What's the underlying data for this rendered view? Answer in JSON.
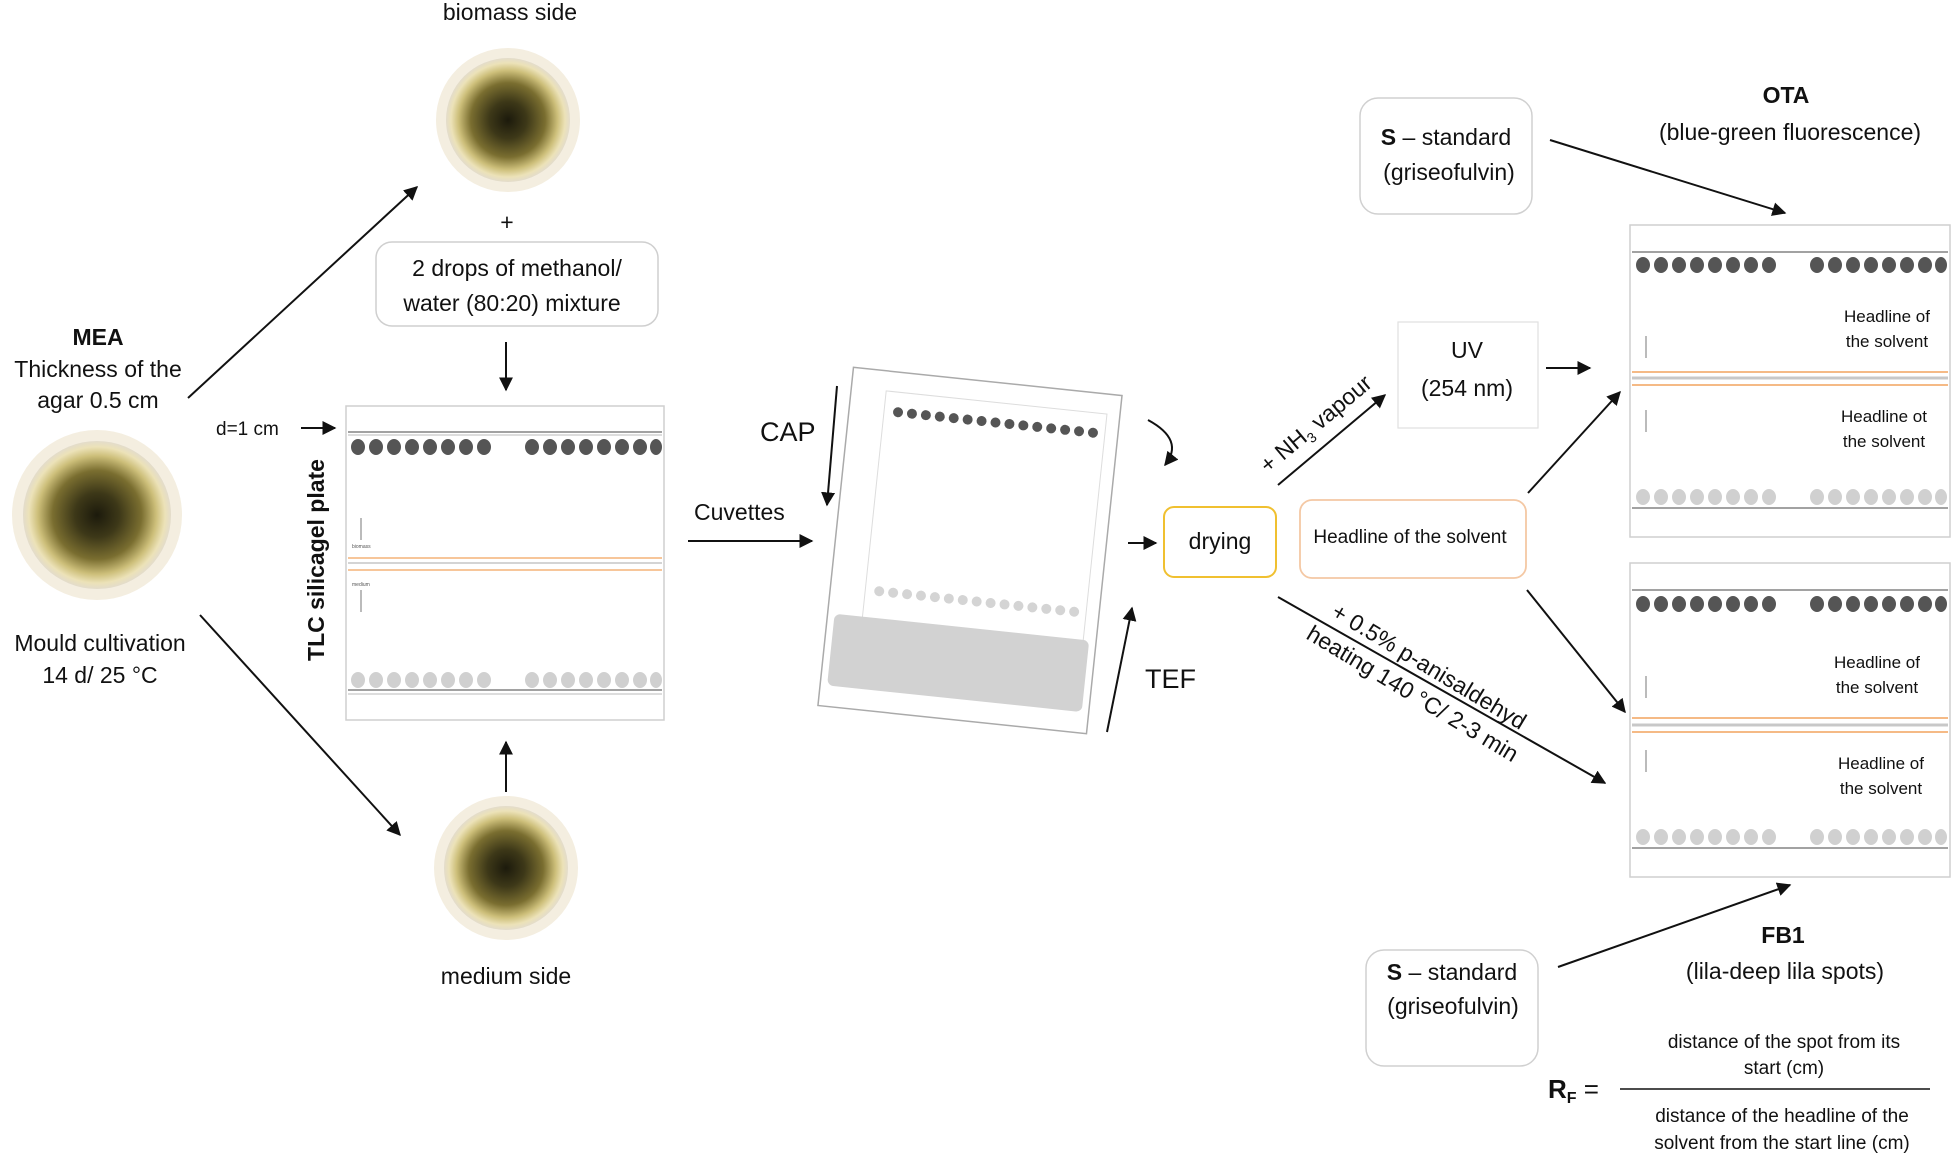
{
  "dish_labels": {
    "biomass_side": "biomass side",
    "medium_side": "medium side",
    "plus": "+"
  },
  "cultivation": {
    "title": "MEA",
    "thickness_line1": "Thickness of the",
    "thickness_line2": "agar 0.5 cm",
    "cultivation_line1": "Mould cultivation",
    "cultivation_line2": "14 d/ 25 °C"
  },
  "methanol_box": {
    "line1": "2 drops of methanol/",
    "line2": "water (80:20) mixture"
  },
  "plate": {
    "d_label": "d=1 cm",
    "vertical_label": "TLC silicagel plate",
    "biomass_tag": "biomass",
    "medium_tag": "medium"
  },
  "development": {
    "cuvettes": "Cuvettes",
    "cap": "CAP",
    "tef": "TEF"
  },
  "drying": {
    "label": "drying"
  },
  "headline_box": {
    "label": "Headline of the solvent"
  },
  "nh3": {
    "prefix": "+ NH",
    "sub": "3",
    "suffix": " vapour"
  },
  "anisaldehyde": {
    "line1": "+ 0.5% p-anisaldehyd",
    "line2": "heating 140 °C/ 2-3 min"
  },
  "uv_box": {
    "line1": "UV",
    "line2": "(254 nm)"
  },
  "standard_top": {
    "bold": "S",
    "rest": " – standard",
    "line2": "(griseofulvin)"
  },
  "standard_bottom": {
    "bold": "S",
    "rest": " – standard",
    "line2": "(griseofulvin)"
  },
  "ota": {
    "title": "OTA",
    "subtitle": "(blue-green fluorescence)"
  },
  "fb1": {
    "title": "FB1",
    "subtitle": "(lila-deep lila spots)"
  },
  "result_plates": {
    "headline_line1": "Headline of",
    "headline_line2": "the solvent",
    "headline_line1_alt": "Headline ot"
  },
  "rf_formula": {
    "label": "R",
    "sub": "F",
    "equals": " =",
    "numerator_line1": "distance of the spot from its",
    "numerator_line2": "start (cm)",
    "denominator_line1": "distance of the headline of the",
    "denominator_line2": "solvent from the start line (cm)"
  },
  "colors": {
    "dish_outer": "#efe6c4",
    "dish_center": "#2e2a14",
    "dark_spot": "#555555",
    "light_spot": "#cccccc",
    "orange_line": "#f2a35e",
    "drying_border": "#f0c030",
    "headline_border": "#f4c8a4"
  },
  "icons": [
    "arrow-icon",
    "rotate-arrow-icon",
    "petri-dish-icon"
  ]
}
